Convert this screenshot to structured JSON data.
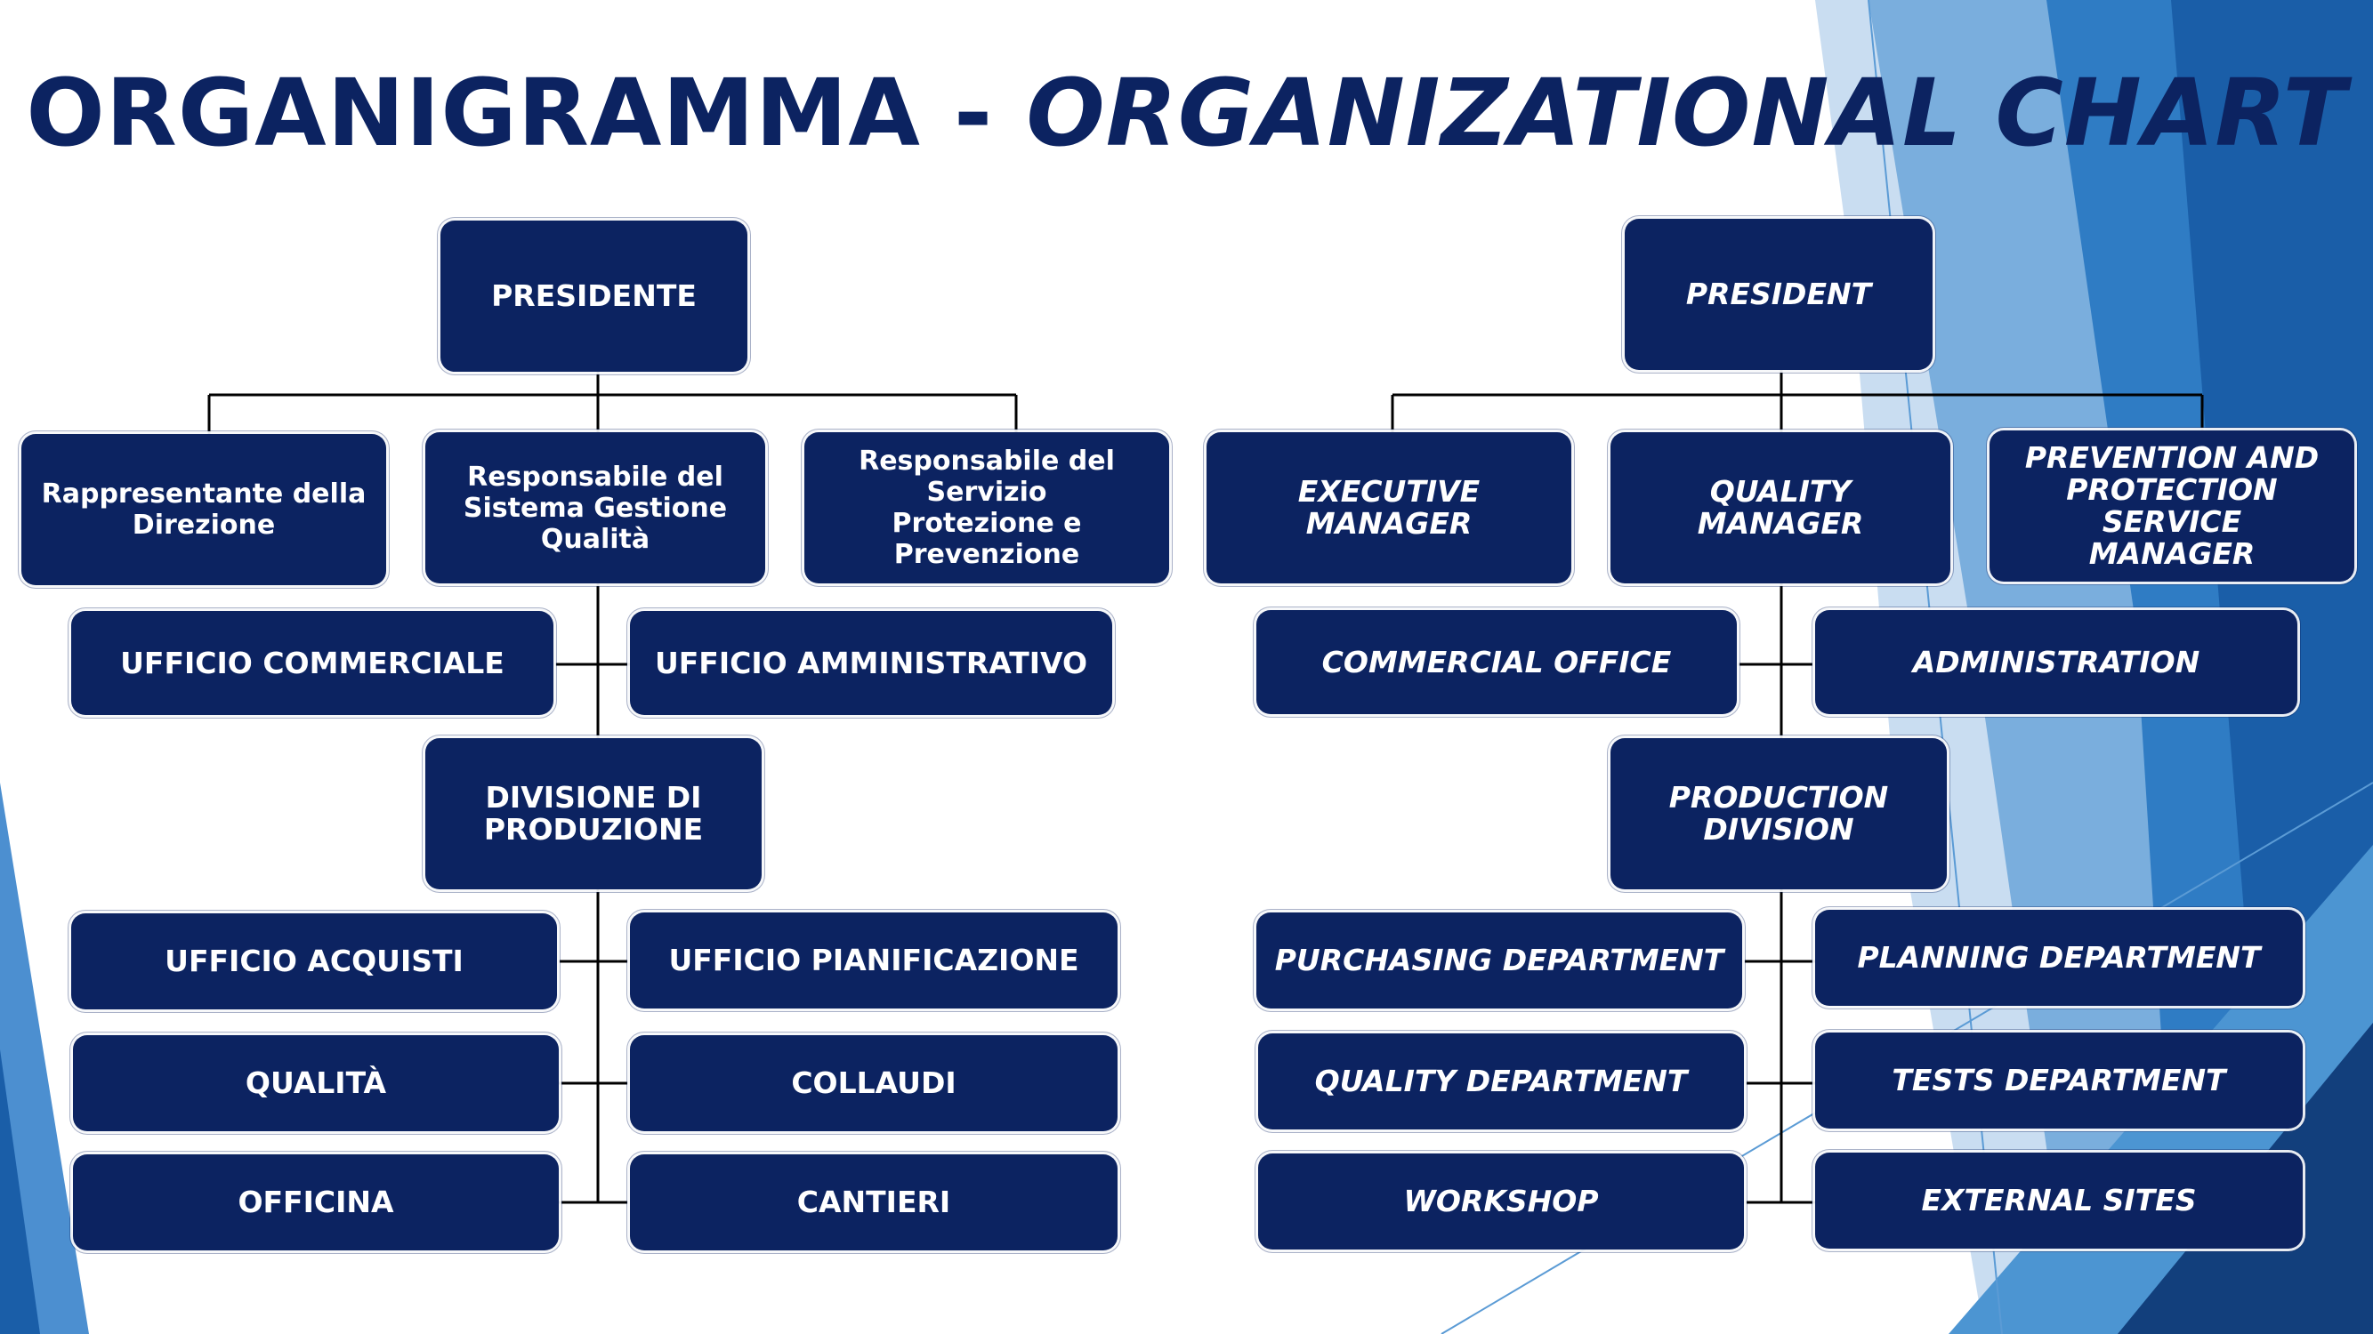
{
  "title": {
    "it": "ORGANIGRAMMA - ",
    "en": "ORGANIZATIONAL CHART"
  },
  "colors": {
    "box": "#0c2361",
    "accent_dark": "#1659a8",
    "accent_light": "#5b9bd5",
    "line": "#000000"
  },
  "it": {
    "president": "PRESIDENTE",
    "management": [
      "Rappresentante della\nDirezione",
      "Responsabile del\nSistema Gestione\nQualità",
      "Responsabile del Servizio\nProtezione e Prevenzione"
    ],
    "offices": [
      "UFFICIO COMMERCIALE",
      "UFFICIO AMMINISTRATIVO"
    ],
    "division": "DIVISIONE DI\nPRODUZIONE",
    "departments_left": [
      "UFFICIO ACQUISTI",
      "QUALITÀ",
      "OFFICINA"
    ],
    "departments_right": [
      "UFFICIO PIANIFICAZIONE",
      "COLLAUDI",
      "CANTIERI"
    ]
  },
  "en": {
    "president": "PRESIDENT",
    "management": [
      "EXECUTIVE MANAGER",
      "QUALITY MANAGER",
      "PREVENTION AND\nPROTECTION SERVICE\nMANAGER"
    ],
    "offices": [
      "COMMERCIAL OFFICE",
      "ADMINISTRATION"
    ],
    "division": "PRODUCTION\nDIVISION",
    "departments_left": [
      "PURCHASING DEPARTMENT",
      "QUALITY DEPARTMENT",
      "WORKSHOP"
    ],
    "departments_right": [
      "PLANNING DEPARTMENT",
      "TESTS DEPARTMENT",
      "EXTERNAL SITES"
    ]
  }
}
